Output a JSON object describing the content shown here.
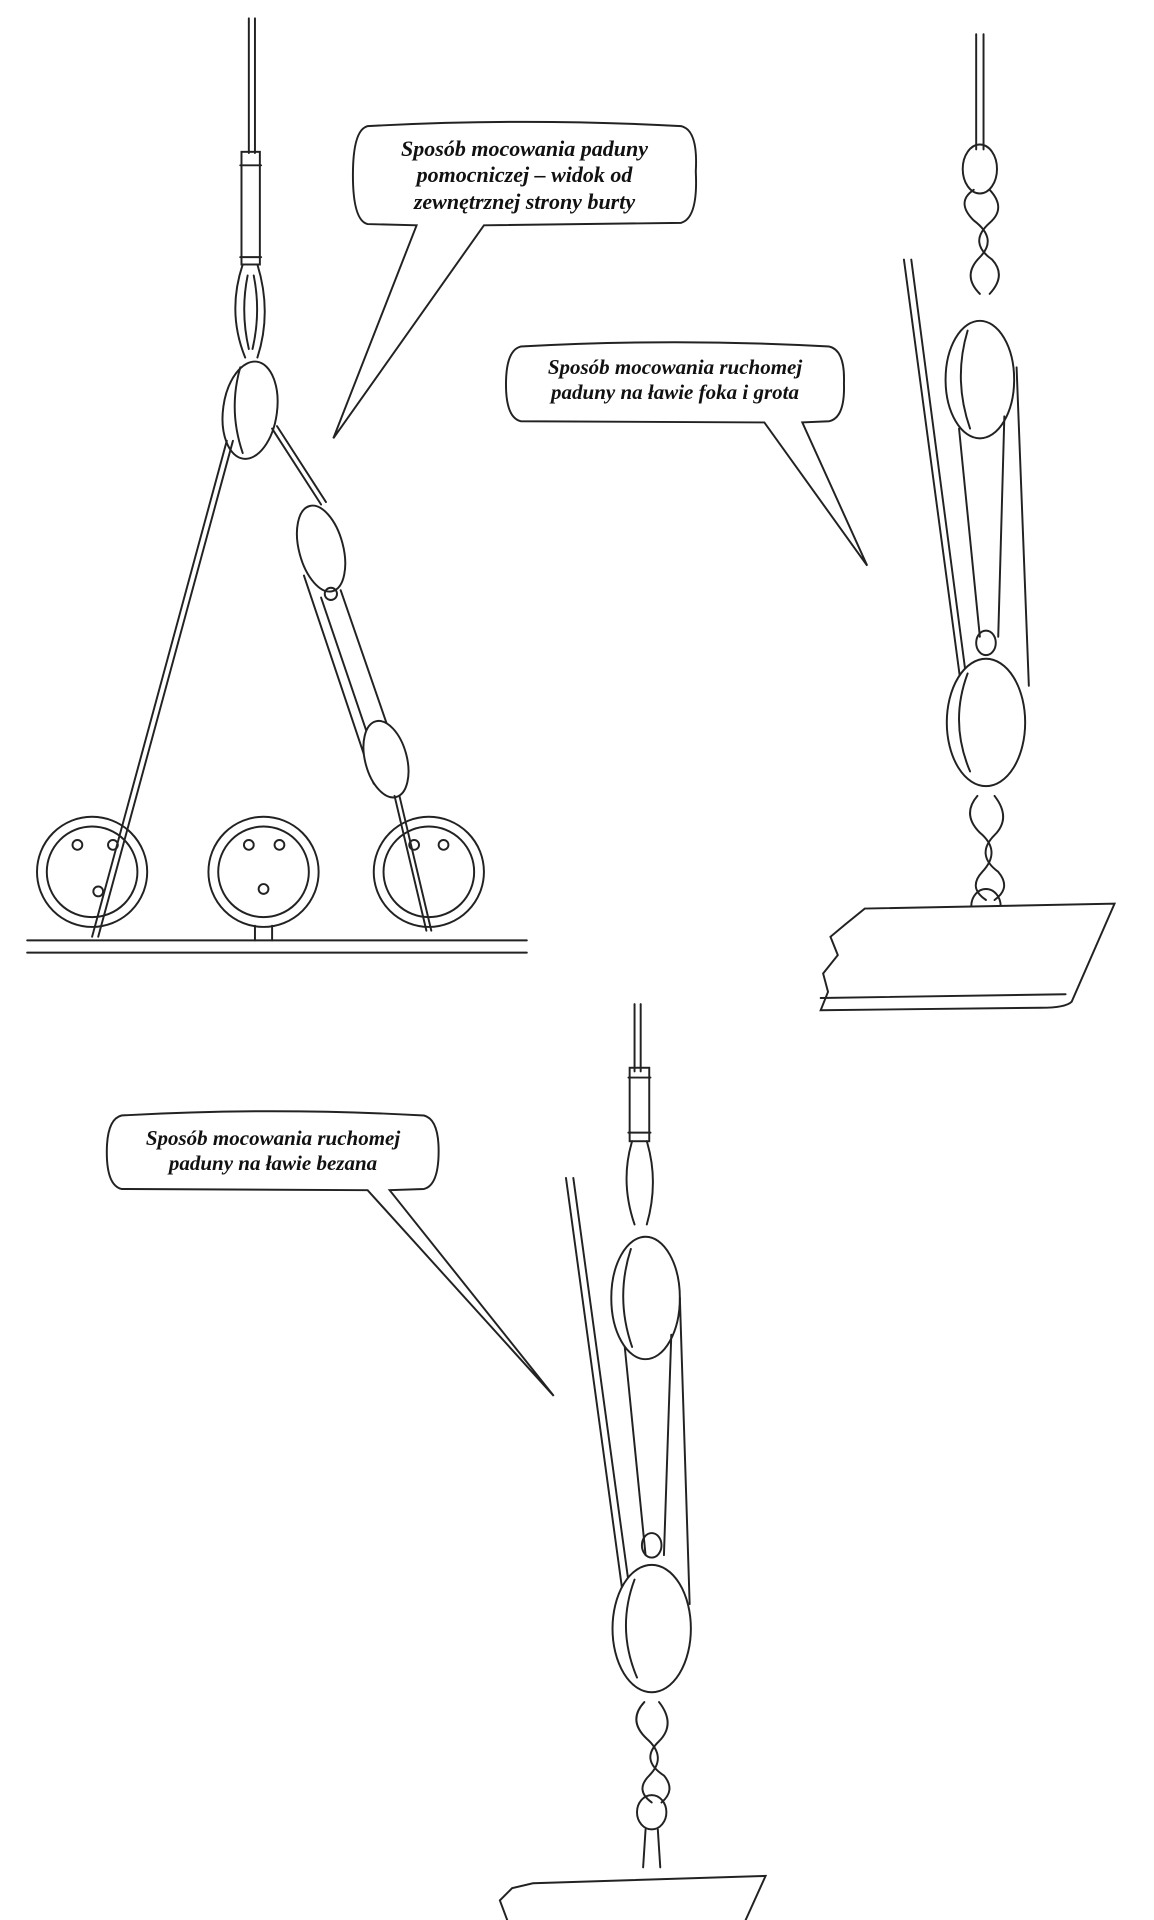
{
  "callouts": [
    {
      "lines": [
        "Sposób mocowania paduny",
        "pomocniczej  – widok od",
        "zewnętrznej strony burty"
      ]
    },
    {
      "lines": [
        "Sposób mocowania ruchomej",
        "paduny na ławie foka i grota"
      ]
    },
    {
      "lines": [
        "Sposób mocowania ruchomej",
        "paduny na ławie bezana"
      ]
    }
  ],
  "colors": {
    "ink": "#222222",
    "background": "#ffffff"
  }
}
